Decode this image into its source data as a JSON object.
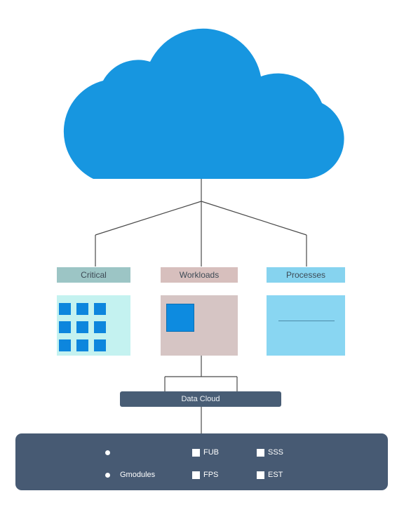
{
  "cloud": {
    "color": "#1796e0",
    "icon": "cloud-icon"
  },
  "categories": [
    {
      "id": "critical",
      "label": "Critical",
      "color": "#9cc5c5",
      "panel_color": "#c4f2f0",
      "grid_squares": 9
    },
    {
      "id": "workloads",
      "label": "Workloads",
      "color": "#d7bfbd",
      "panel_color": "#d6c5c4",
      "grid_squares": 1
    },
    {
      "id": "processes",
      "label": "Processes",
      "color": "#86d3ef",
      "panel_color": "#89d6f2",
      "grid_squares": 0
    }
  ],
  "data_cloud": {
    "label": "Data Cloud",
    "color": "#485d75"
  },
  "legend": {
    "color": "#475a73",
    "rows": [
      [
        {
          "marker": "dot",
          "text": ""
        },
        {
          "marker": "checkbox",
          "text": "FUB"
        },
        {
          "marker": "checkbox",
          "text": "SSS"
        }
      ],
      [
        {
          "marker": "dot",
          "text": "Gmodules"
        },
        {
          "marker": "checkbox",
          "text": "FPS"
        },
        {
          "marker": "checkbox",
          "text": "EST"
        }
      ]
    ]
  }
}
